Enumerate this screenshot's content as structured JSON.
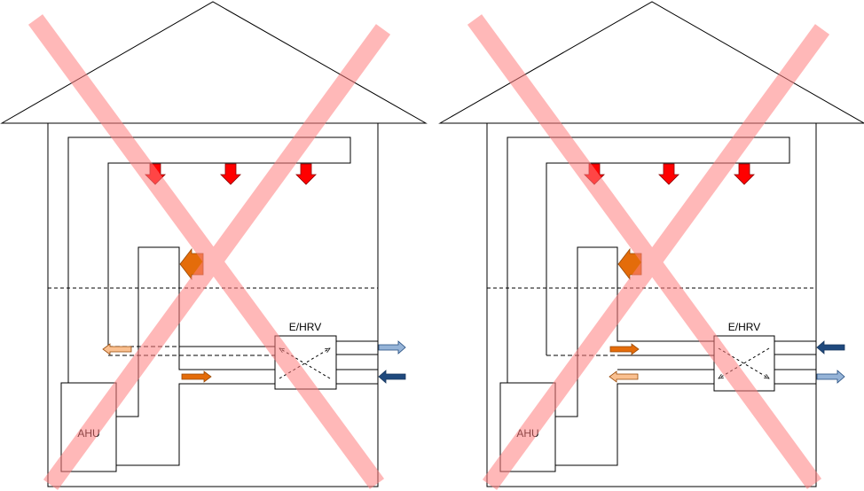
{
  "diagrams": [
    {
      "ahu_label": "AHU",
      "ehrv_label": "E/HRV",
      "crossed_out": true,
      "exterior_arrows": [
        "exhaust-out",
        "intake-in"
      ]
    },
    {
      "ahu_label": "AHU",
      "ehrv_label": "E/HRV",
      "crossed_out": true,
      "exterior_arrows": [
        "intake-in",
        "exhaust-out"
      ]
    }
  ],
  "colors": {
    "supply_red": "#ff0000",
    "return_orange": "#e46c0a",
    "light_orange": "#fac090",
    "exhaust_blue": "#95b3d7",
    "intake_blue": "#1f497d",
    "cross_pink": "#ff9999"
  }
}
